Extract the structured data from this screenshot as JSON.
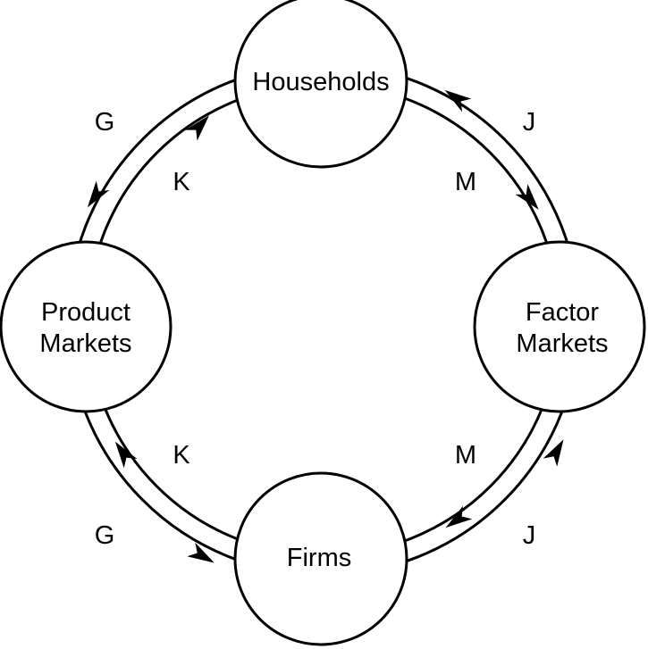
{
  "nodes": {
    "households": {
      "lines": [
        "Households"
      ]
    },
    "product_markets": {
      "lines": [
        "Product",
        "Markets"
      ]
    },
    "factor_markets": {
      "lines": [
        "Factor",
        "Markets"
      ]
    },
    "firms": {
      "lines": [
        "Firms"
      ]
    }
  },
  "flow_labels": {
    "outer_top_left": "G",
    "inner_top_left": "K",
    "outer_top_right": "J",
    "inner_top_right": "M",
    "inner_bottom_left": "K",
    "outer_bottom_left": "G",
    "inner_bottom_right": "M",
    "outer_bottom_right": "J"
  },
  "colors": {
    "stroke": "#000000",
    "fill": "#ffffff"
  }
}
